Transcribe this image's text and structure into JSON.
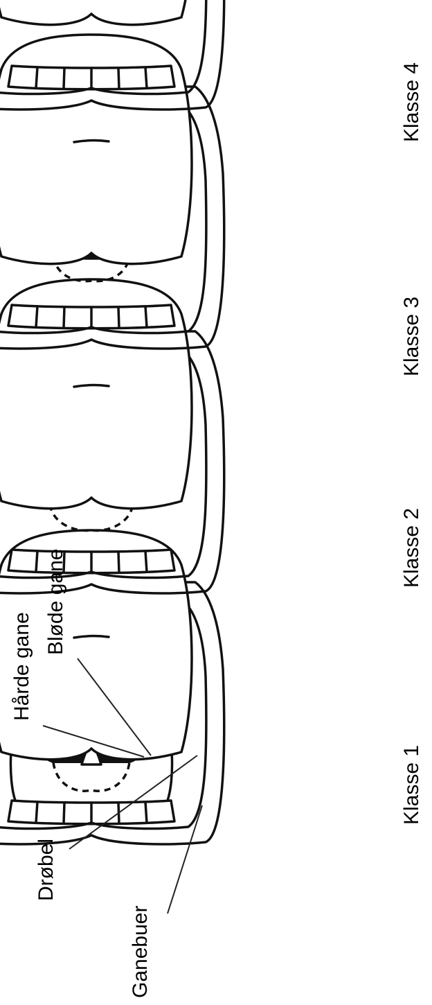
{
  "figure": {
    "classes": [
      {
        "label": "Klasse 1"
      },
      {
        "label": "Klasse 2"
      },
      {
        "label": "Klasse 3"
      },
      {
        "label": "Klasse 4"
      }
    ],
    "annotations": {
      "hard_palate": "Hårde gane",
      "soft_palate": "Bløde gane",
      "uvula": "Drøbel",
      "pillars": "Ganebuer"
    }
  }
}
